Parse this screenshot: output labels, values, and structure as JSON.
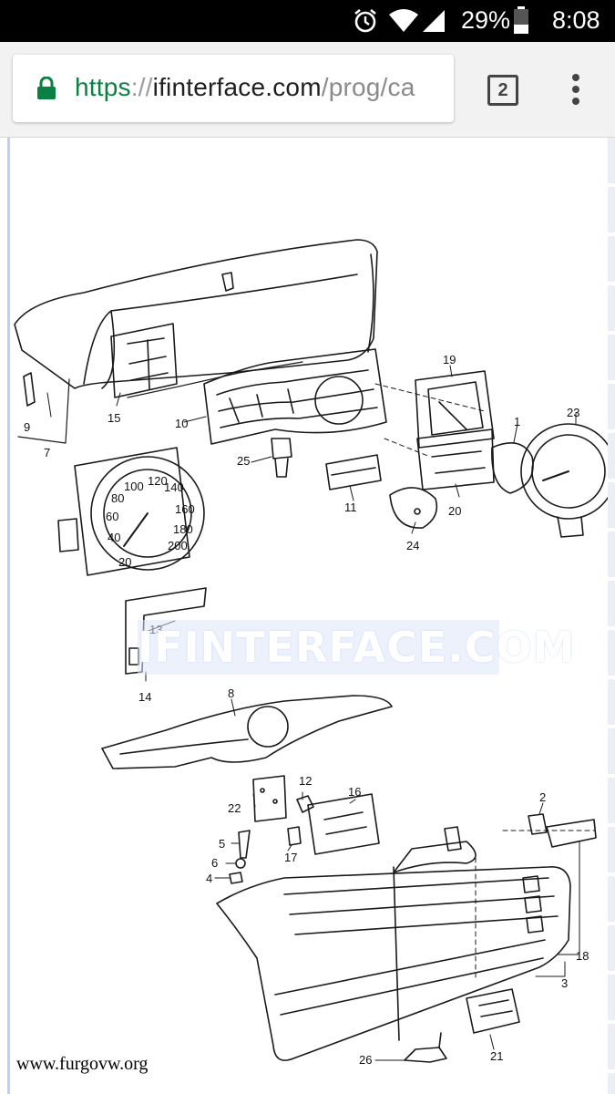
{
  "status_bar": {
    "battery_percent": "29%",
    "time": "8:08",
    "icons": [
      "alarm-clock-icon",
      "wifi-icon",
      "cell-signal-icon",
      "battery-icon"
    ]
  },
  "browser": {
    "url_scheme": "https",
    "url_separator": "://",
    "url_host": "ifinterface.com",
    "url_path": "/prog/ca",
    "tab_count": "2",
    "accent_secure": "#0b8043"
  },
  "diagram": {
    "callouts": [
      "1",
      "2",
      "3",
      "4",
      "5",
      "6",
      "7",
      "8",
      "9",
      "10",
      "11",
      "12",
      "13",
      "14",
      "15",
      "16",
      "17",
      "18",
      "19",
      "20",
      "21",
      "22",
      "23",
      "24",
      "25",
      "26"
    ],
    "speedometer_ticks": [
      "20",
      "40",
      "60",
      "80",
      "100",
      "120",
      "140",
      "160",
      "180",
      "200"
    ],
    "watermark_text": "IFINTERFACE.COM",
    "source_credit": "www.furgovw.org"
  }
}
